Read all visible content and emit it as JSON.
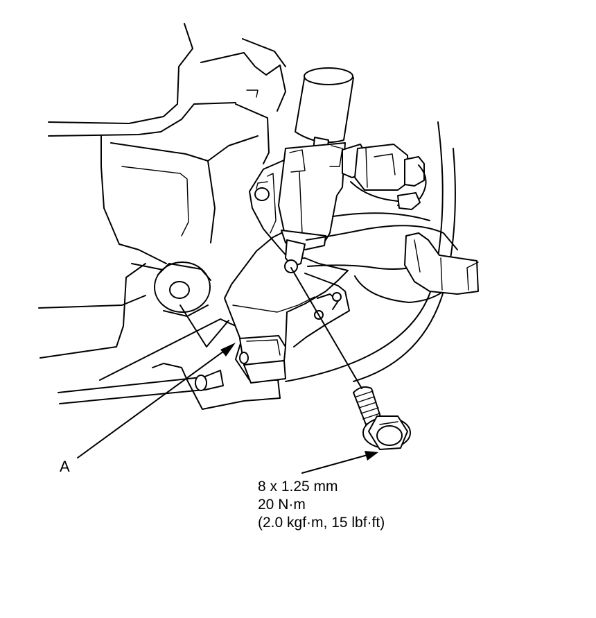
{
  "callouts": {
    "part_a": "A"
  },
  "bolt_spec": {
    "size": "8 x 1.25 mm",
    "torque_nm": "20 N·m",
    "torque_alt": "(2.0 kgf·m, 15 lbf·ft)"
  }
}
